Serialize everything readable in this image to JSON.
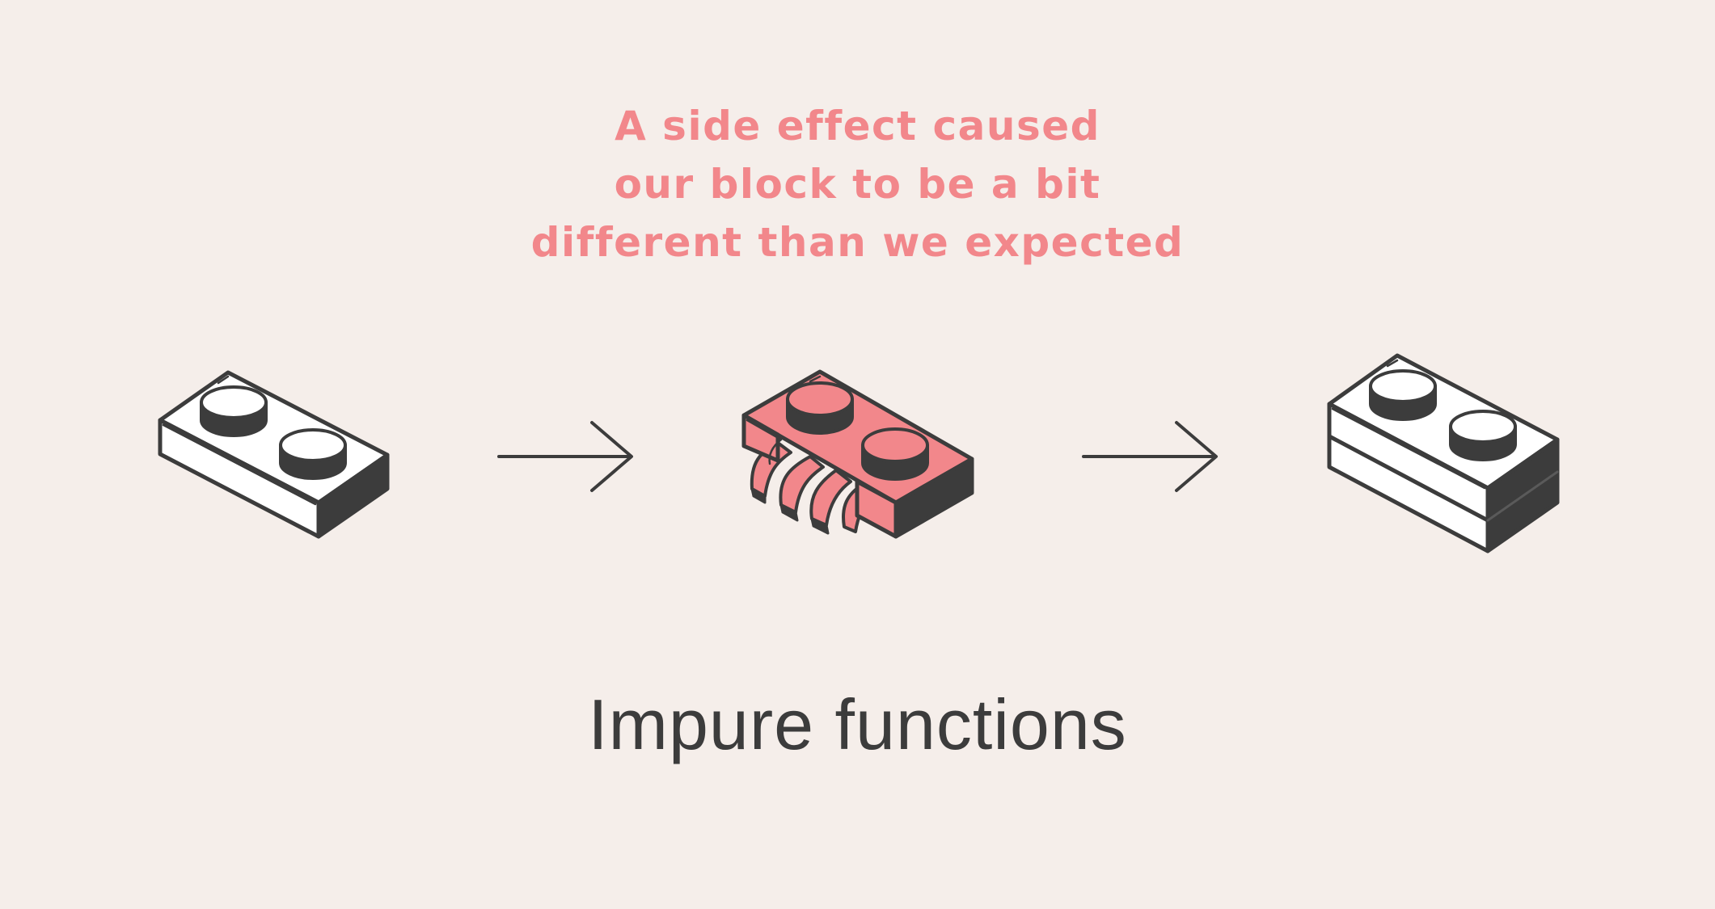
{
  "caption": {
    "line1": "A side effect caused",
    "line2": "our block to be a bit",
    "line3": "different than we expected"
  },
  "title": "Impure functions",
  "colors": {
    "background": "#f5eeea",
    "accent": "#f2878b",
    "ink": "#3c3c3c",
    "block_fill": "#ffffff"
  },
  "icons": [
    "lego-block-icon",
    "arrow-right-icon",
    "melting-block-icon",
    "arrow-right-icon",
    "stacked-block-icon"
  ]
}
